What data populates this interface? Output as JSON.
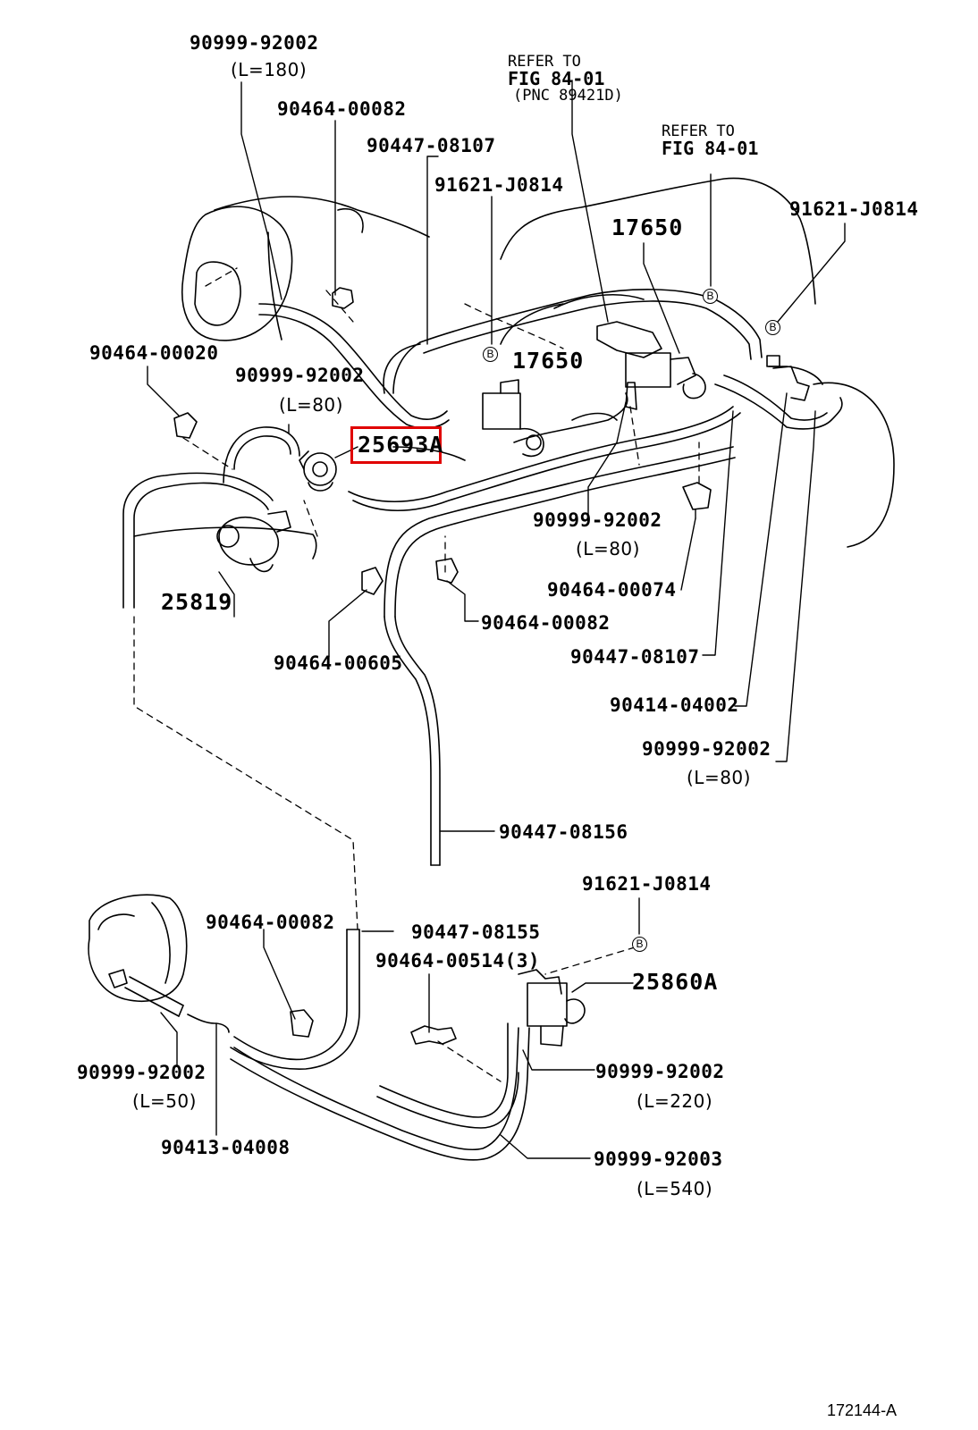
{
  "diagram": {
    "figure_id": "172144-A",
    "highlight_color": "#e00000",
    "highlighted_part": "25693A",
    "refs": {
      "ref1": {
        "line1": "REFER TO",
        "line2": "FIG 84-01",
        "line3": "(PNC 89421D)"
      },
      "ref2": {
        "line1": "REFER TO",
        "line2": "FIG 84-01"
      }
    },
    "callout_symbol": "B",
    "labels": {
      "p01": "90999-92002",
      "p01_len": "(L=180)",
      "p02": "90464-00082",
      "p03": "90447-08107",
      "p04": "91621-J0814",
      "p05": "17650",
      "p06": "91621-J0814",
      "p07": "90464-00020",
      "p08": "90999-92002",
      "p09": "17650",
      "p10_len": "(L=80)",
      "p11": "25693A",
      "p12": "25819",
      "p13": "90999-92002",
      "p13_len": "(L=80)",
      "p14": "90464-00074",
      "p15": "90464-00082",
      "p16": "90447-08107",
      "p17": "90464-00605",
      "p18": "90414-04002",
      "p19": "90999-92002",
      "p19_len": "(L=80)",
      "p20": "90447-08156",
      "p21": "91621-J0814",
      "p22": "90464-00082",
      "p23": "90447-08155",
      "p24": "90464-00514(3)",
      "p25": "25860A",
      "p26": "90999-92002",
      "p26_len": "(L=50)",
      "p27": "90999-92002",
      "p27_len": "(L=220)",
      "p28": "90413-04008",
      "p29": "90999-92003",
      "p29_len": "(L=540)"
    }
  }
}
